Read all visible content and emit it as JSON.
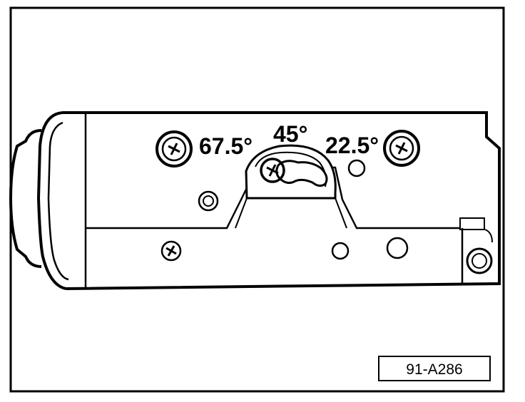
{
  "diagram": {
    "angle_labels": {
      "left": "67.5°",
      "center": "45°",
      "right": "22.5°"
    },
    "reference_code": "91-A286",
    "colors": {
      "ink": "#000000",
      "paper": "#ffffff"
    }
  }
}
